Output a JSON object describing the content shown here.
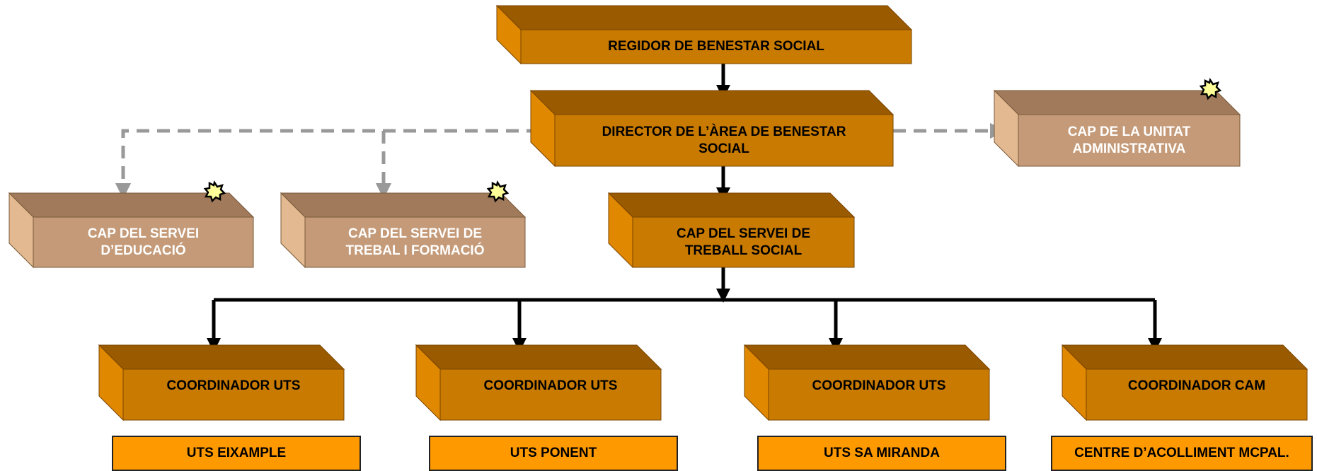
{
  "colors": {
    "dark_front": "#c97a00",
    "dark_top": "#9a5a00",
    "dark_side": "#e08800",
    "light_front": "#c49a78",
    "light_top": "#a07a5a",
    "light_side": "#e2b990",
    "flat_fill": "#ff9900",
    "solid_connector": "#000000",
    "dashed_connector": "#999999",
    "star_fill": "#ffff99"
  },
  "boxes": {
    "regidor": "REGIDOR DE BENESTAR SOCIAL",
    "director_line1": "DIRECTOR DE L’ÀREA DE BENESTAR",
    "director_line2": "SOCIAL",
    "cap_unitat_line1": "CAP DE LA UNITAT",
    "cap_unitat_line2": "ADMINISTRATIVA",
    "cap_educacio_line1": "CAP DEL SERVEI",
    "cap_educacio_line2": "D’EDUCACIÓ",
    "cap_treball_formacio_line1": "CAP DEL SERVEI DE",
    "cap_treball_formacio_line2": "TREBAL I FORMACIÓ",
    "cap_treball_social_line1": "CAP DEL SERVEI DE",
    "cap_treball_social_line2": "TREBALL SOCIAL",
    "coord_1": "COORDINADOR UTS",
    "coord_2": "COORDINADOR UTS",
    "coord_3": "COORDINADOR UTS",
    "coord_4": "COORDINADOR CAM"
  },
  "units": {
    "uts_1": "UTS EIXAMPLE",
    "uts_2": "UTS PONENT",
    "uts_3": "UTS SA MIRANDA",
    "uts_4": "CENTRE D’ACOLLIMENT MCPAL."
  }
}
